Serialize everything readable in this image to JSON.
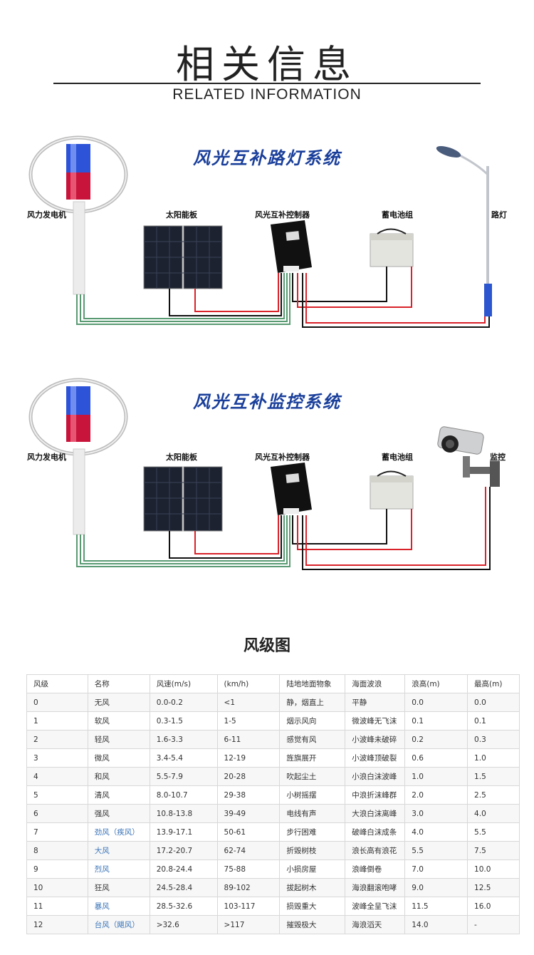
{
  "header": {
    "title_cn": "相关信息",
    "title_en": "RELATED INFORMATION"
  },
  "streetlight_system": {
    "title": "风光互补路灯系统",
    "labels": {
      "wind_turbine": "风力发电机",
      "solar_panel": "太阳能板",
      "controller": "风光互补控制器",
      "battery": "蓄电池组",
      "load": "路灯"
    }
  },
  "monitoring_system": {
    "title": "风光互补监控系统",
    "labels": {
      "wind_turbine": "风力发电机",
      "solar_panel": "太阳能板",
      "controller": "风光互补控制器",
      "battery": "蓄电池组",
      "load": "监控"
    }
  },
  "wind_scale": {
    "title": "风级图",
    "headers": [
      "风级",
      "名称",
      "风速(m/s)",
      "(km/h)",
      "陆地地面物象",
      "海面波浪",
      "浪高(m)",
      "最高(m)"
    ],
    "rows": [
      [
        "0",
        "无风",
        "0.0-0.2",
        "<1",
        "静，烟直上",
        "平静",
        "0.0",
        "0.0"
      ],
      [
        "1",
        "软风",
        "0.3-1.5",
        "1-5",
        "烟示风向",
        "微波峰无飞沫",
        "0.1",
        "0.1"
      ],
      [
        "2",
        "轻风",
        "1.6-3.3",
        "6-11",
        "感觉有风",
        "小波峰未破碎",
        "0.2",
        "0.3"
      ],
      [
        "3",
        "微风",
        "3.4-5.4",
        "12-19",
        "旌旗展开",
        "小波峰顶破裂",
        "0.6",
        "1.0"
      ],
      [
        "4",
        "和风",
        "5.5-7.9",
        "20-28",
        "吹起尘土",
        "小浪白沫波峰",
        "1.0",
        "1.5"
      ],
      [
        "5",
        "清风",
        "8.0-10.7",
        "29-38",
        "小树摇摆",
        "中浪折沫峰群",
        "2.0",
        "2.5"
      ],
      [
        "6",
        "强风",
        "10.8-13.8",
        "39-49",
        "电线有声",
        "大浪白沫离峰",
        "3.0",
        "4.0"
      ],
      [
        "7",
        "劲风（疾风）",
        "13.9-17.1",
        "50-61",
        "步行困难",
        "破峰白沫成条",
        "4.0",
        "5.5"
      ],
      [
        "8",
        "大风",
        "17.2-20.7",
        "62-74",
        "折毁树枝",
        "浪长高有浪花",
        "5.5",
        "7.5"
      ],
      [
        "9",
        "烈风",
        "20.8-24.4",
        "75-88",
        "小损房屋",
        "浪峰倒卷",
        "7.0",
        "10.0"
      ],
      [
        "10",
        "狂风",
        "24.5-28.4",
        "89-102",
        "拔起树木",
        "海浪翻滚咆哮",
        "9.0",
        "12.5"
      ],
      [
        "11",
        "暴风",
        "28.5-32.6",
        "103-117",
        "损毁重大",
        "波峰全呈飞沫",
        "11.5",
        "16.0"
      ],
      [
        "12",
        "台风（飓风）",
        ">32.6",
        ">117",
        "摧毁极大",
        "海浪滔天",
        "14.0",
        "-"
      ]
    ],
    "link_rows": [
      7,
      8,
      9,
      11,
      12
    ]
  },
  "colors": {
    "system_title": "#1a3f9b",
    "link_text": "#3a74b8",
    "wire_red": "#d9222a",
    "wire_green": "#5a9a73",
    "wire_black": "#111111"
  }
}
